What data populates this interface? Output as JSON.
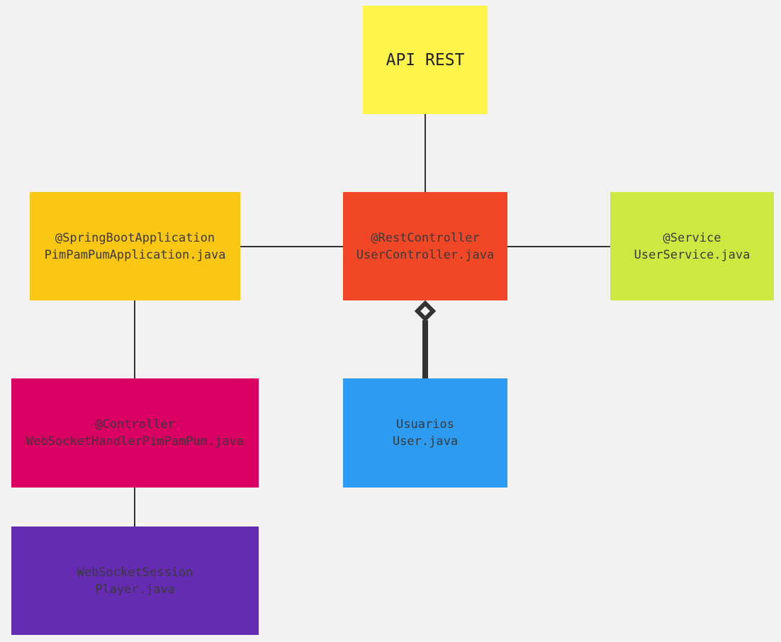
{
  "nodes": {
    "api_rest": {
      "lines": [
        "API REST"
      ],
      "color": "#fff44a"
    },
    "spring_app": {
      "lines": [
        "@SpringBootApplication",
        "PimPamPumApplication.java"
      ],
      "color": "#f9c614"
    },
    "rest_controller": {
      "lines": [
        "@RestController",
        "UserController.java"
      ],
      "color": "#f24726"
    },
    "service": {
      "lines": [
        "@Service",
        "UserService.java"
      ],
      "color": "#cee741"
    },
    "ws_controller": {
      "lines": [
        "@Controller",
        "WebSocketHandlerPimPamPum.java"
      ],
      "color": "#da0063"
    },
    "usuarios": {
      "lines": [
        "Usuarios",
        "User.java"
      ],
      "color": "#2d9bf0"
    },
    "ws_session": {
      "lines": [
        "WebSocketSession",
        "Player.java"
      ],
      "color": "#652cb3"
    }
  },
  "colors": {
    "background": "#f2f2f2",
    "connector": "#333333"
  }
}
